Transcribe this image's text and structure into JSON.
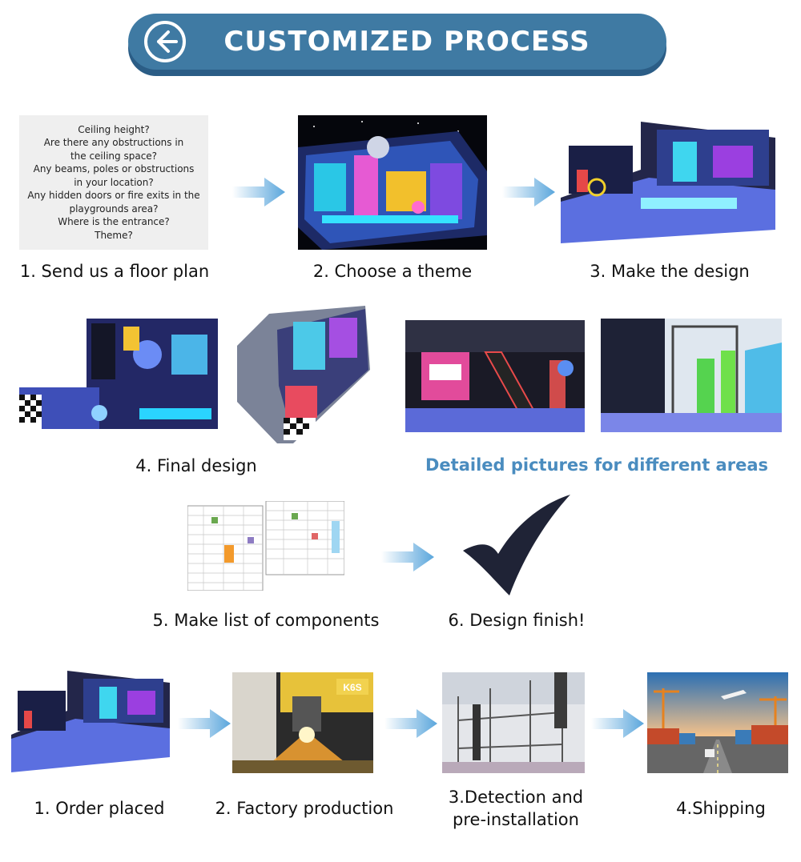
{
  "header": {
    "title": "CUSTOMIZED PROCESS",
    "icon": "back-arrow-icon"
  },
  "design_process": {
    "floor_plan_questions": [
      "Ceiling height?",
      "Are there any obstructions in",
      "the ceiling space?",
      "Any beams, poles or obstructions",
      "in your location?",
      "Any hidden doors or fire exits in the",
      "playgrounds area?",
      "Where is the entrance?",
      "Theme?"
    ],
    "steps": [
      "1. Send us a floor plan",
      "2. Choose a theme",
      "3. Make the design",
      "4. Final design",
      "5. Make list of components",
      "6. Design finish!"
    ],
    "detail_caption": "Detailed pictures for different areas"
  },
  "order_process": {
    "steps": [
      "1. Order placed",
      "2. Factory production",
      "3.Detection and",
      "pre-installation",
      "4.Shipping"
    ],
    "machine_label": "K6S"
  },
  "colors": {
    "banner": "#3f7aa3",
    "banner_shadow": "#2b5d86",
    "arrow": "#5aa6dc",
    "accent_text": "#4a8cbf",
    "checkmark": "#1f2336"
  }
}
